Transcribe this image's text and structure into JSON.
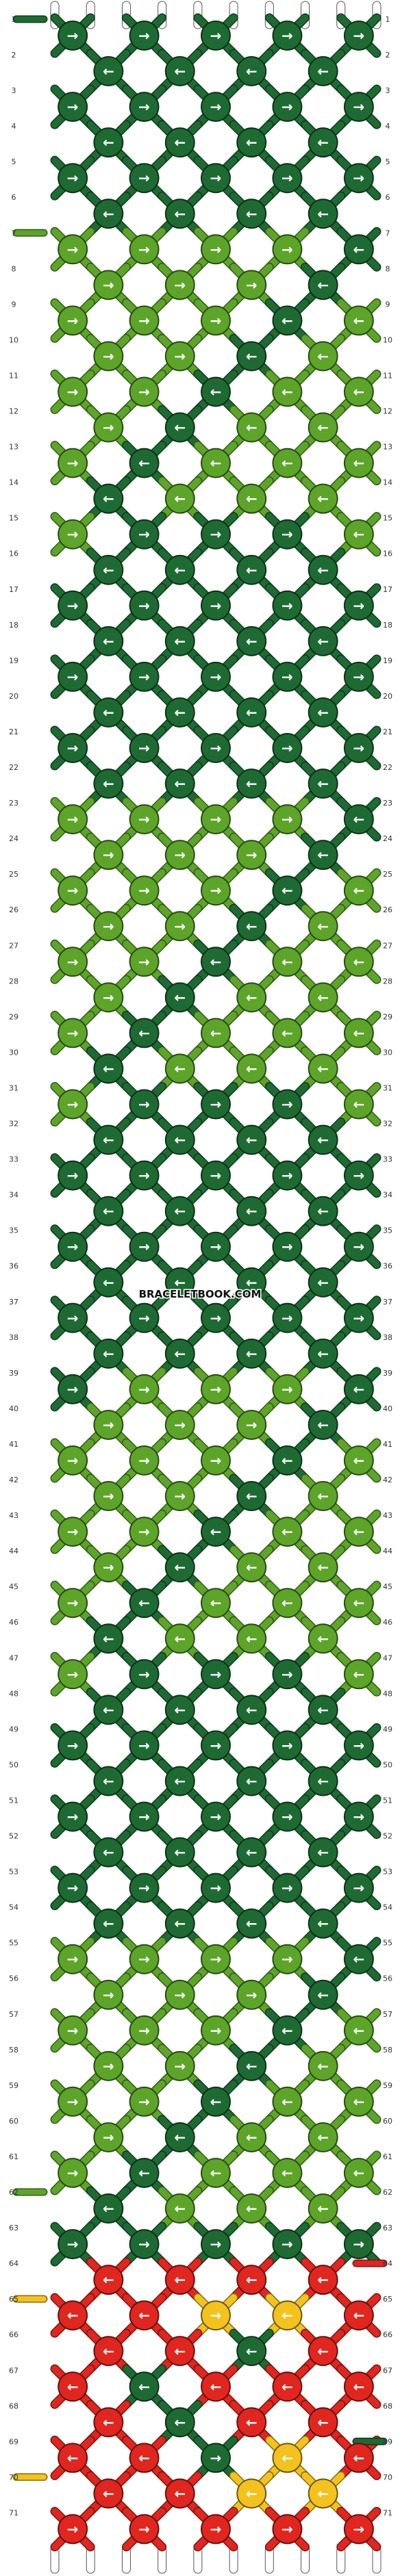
{
  "watermark": "BRACELETBOOK.COM",
  "colors": {
    "A": "#1d6b33",
    "B": "#5ca529",
    "C": "#e0261f",
    "D": "#f4c21c"
  },
  "strings": {
    "count": 10,
    "top_colors": [
      "A",
      "A",
      "A",
      "A",
      "A",
      "A",
      "A",
      "A",
      "A",
      "A"
    ]
  },
  "side_tails": [
    {
      "row": 1,
      "side": "left",
      "color": "A"
    },
    {
      "row": 7,
      "side": "left",
      "color": "B"
    },
    {
      "row": 62,
      "side": "left",
      "color": "B"
    },
    {
      "row": 64,
      "side": "right",
      "color": "C"
    },
    {
      "row": 65,
      "side": "left",
      "color": "D"
    },
    {
      "row": 69,
      "side": "right",
      "color": "A"
    },
    {
      "row": 70,
      "side": "left",
      "color": "D"
    }
  ],
  "rows": [
    {
      "n": 1,
      "knots": [
        "A:r",
        "A:r",
        "A:r",
        "A:r",
        "A:r"
      ]
    },
    {
      "n": 2,
      "knots": [
        "A:l",
        "A:l",
        "A:l",
        "A:l"
      ]
    },
    {
      "n": 3,
      "knots": [
        "A:r",
        "A:r",
        "A:r",
        "A:r",
        "A:r"
      ]
    },
    {
      "n": 4,
      "knots": [
        "A:l",
        "A:l",
        "A:l",
        "A:l"
      ]
    },
    {
      "n": 5,
      "knots": [
        "A:r",
        "A:r",
        "A:r",
        "A:r",
        "A:r"
      ]
    },
    {
      "n": 6,
      "knots": [
        "A:l",
        "A:l",
        "A:l",
        "A:l"
      ]
    },
    {
      "n": 7,
      "knots": [
        "B:r",
        "B:r",
        "B:r",
        "B:r",
        "A:l"
      ]
    },
    {
      "n": 8,
      "knots": [
        "B:r",
        "B:r",
        "B:r",
        "A:l"
      ]
    },
    {
      "n": 9,
      "knots": [
        "B:r",
        "B:r",
        "B:r",
        "A:l",
        "B:l"
      ]
    },
    {
      "n": 10,
      "knots": [
        "B:r",
        "B:r",
        "A:l",
        "B:l"
      ]
    },
    {
      "n": 11,
      "knots": [
        "B:r",
        "B:r",
        "A:l",
        "B:l",
        "B:l"
      ]
    },
    {
      "n": 12,
      "knots": [
        "B:r",
        "A:l",
        "B:l",
        "B:l"
      ]
    },
    {
      "n": 13,
      "knots": [
        "B:r",
        "A:l",
        "B:l",
        "B:l",
        "B:l"
      ]
    },
    {
      "n": 14,
      "knots": [
        "A:l",
        "B:l",
        "B:l",
        "B:l"
      ]
    },
    {
      "n": 15,
      "knots": [
        "B:r",
        "A:r",
        "A:r",
        "A:r",
        "B:l"
      ]
    },
    {
      "n": 16,
      "knots": [
        "A:l",
        "A:l",
        "A:l",
        "A:l"
      ]
    },
    {
      "n": 17,
      "knots": [
        "A:r",
        "A:r",
        "A:r",
        "A:r",
        "A:r"
      ]
    },
    {
      "n": 18,
      "knots": [
        "A:l",
        "A:l",
        "A:l",
        "A:l"
      ]
    },
    {
      "n": 19,
      "knots": [
        "A:r",
        "A:r",
        "A:r",
        "A:r",
        "A:r"
      ]
    },
    {
      "n": 20,
      "knots": [
        "A:l",
        "A:l",
        "A:l",
        "A:l"
      ]
    },
    {
      "n": 21,
      "knots": [
        "A:r",
        "A:r",
        "A:r",
        "A:r",
        "A:r"
      ]
    },
    {
      "n": 22,
      "knots": [
        "A:l",
        "A:l",
        "A:l",
        "A:l"
      ]
    },
    {
      "n": 23,
      "knots": [
        "B:r",
        "B:r",
        "B:r",
        "B:r",
        "A:l"
      ]
    },
    {
      "n": 24,
      "knots": [
        "B:r",
        "B:r",
        "B:r",
        "A:l"
      ]
    },
    {
      "n": 25,
      "knots": [
        "B:r",
        "B:r",
        "B:r",
        "A:l",
        "B:l"
      ]
    },
    {
      "n": 26,
      "knots": [
        "B:r",
        "B:r",
        "A:l",
        "B:l"
      ]
    },
    {
      "n": 27,
      "knots": [
        "B:r",
        "B:r",
        "A:l",
        "B:l",
        "B:l"
      ]
    },
    {
      "n": 28,
      "knots": [
        "B:r",
        "A:l",
        "B:l",
        "B:l"
      ]
    },
    {
      "n": 29,
      "knots": [
        "B:r",
        "A:l",
        "B:l",
        "B:l",
        "B:l"
      ]
    },
    {
      "n": 30,
      "knots": [
        "A:l",
        "B:l",
        "B:l",
        "B:l"
      ]
    },
    {
      "n": 31,
      "knots": [
        "B:r",
        "A:r",
        "A:r",
        "A:r",
        "B:l"
      ]
    },
    {
      "n": 32,
      "knots": [
        "A:l",
        "A:l",
        "A:l",
        "A:l"
      ]
    },
    {
      "n": 33,
      "knots": [
        "A:r",
        "A:r",
        "A:r",
        "A:r",
        "A:r"
      ]
    },
    {
      "n": 34,
      "knots": [
        "A:l",
        "A:l",
        "A:l",
        "A:l"
      ]
    },
    {
      "n": 35,
      "knots": [
        "A:r",
        "A:r",
        "A:r",
        "A:r",
        "A:r"
      ]
    },
    {
      "n": 36,
      "knots": [
        "A:l",
        "A:l",
        "A:l",
        "A:l"
      ]
    },
    {
      "n": 37,
      "knots": [
        "A:r",
        "A:r",
        "A:r",
        "A:r",
        "A:r"
      ]
    },
    {
      "n": 38,
      "knots": [
        "A:l",
        "A:l",
        "A:l",
        "A:l"
      ]
    },
    {
      "n": 39,
      "knots": [
        "A:r",
        "B:r",
        "B:r",
        "B:r",
        "A:l"
      ]
    },
    {
      "n": 40,
      "knots": [
        "B:r",
        "B:r",
        "B:r",
        "A:l"
      ]
    },
    {
      "n": 41,
      "knots": [
        "B:r",
        "B:r",
        "B:r",
        "A:l",
        "B:l"
      ]
    },
    {
      "n": 42,
      "knots": [
        "B:r",
        "B:r",
        "A:l",
        "B:l"
      ]
    },
    {
      "n": 43,
      "knots": [
        "B:r",
        "B:r",
        "A:l",
        "B:l",
        "B:l"
      ]
    },
    {
      "n": 44,
      "knots": [
        "B:r",
        "A:l",
        "B:l",
        "B:l"
      ]
    },
    {
      "n": 45,
      "knots": [
        "B:r",
        "A:l",
        "B:l",
        "B:l",
        "B:l"
      ]
    },
    {
      "n": 46,
      "knots": [
        "A:l",
        "B:l",
        "B:l",
        "B:l"
      ]
    },
    {
      "n": 47,
      "knots": [
        "B:r",
        "A:r",
        "A:r",
        "A:r",
        "B:l"
      ]
    },
    {
      "n": 48,
      "knots": [
        "A:l",
        "A:l",
        "A:l",
        "A:l"
      ]
    },
    {
      "n": 49,
      "knots": [
        "A:r",
        "A:r",
        "A:r",
        "A:r",
        "A:r"
      ]
    },
    {
      "n": 50,
      "knots": [
        "A:l",
        "A:l",
        "A:l",
        "A:l"
      ]
    },
    {
      "n": 51,
      "knots": [
        "A:r",
        "A:r",
        "A:r",
        "A:r",
        "A:r"
      ]
    },
    {
      "n": 52,
      "knots": [
        "A:l",
        "A:l",
        "A:l",
        "A:l"
      ]
    },
    {
      "n": 53,
      "knots": [
        "A:r",
        "A:r",
        "A:r",
        "A:r",
        "A:r"
      ]
    },
    {
      "n": 54,
      "knots": [
        "A:l",
        "A:l",
        "A:l",
        "A:l"
      ]
    },
    {
      "n": 55,
      "knots": [
        "B:r",
        "B:r",
        "B:r",
        "B:r",
        "A:l"
      ]
    },
    {
      "n": 56,
      "knots": [
        "B:r",
        "B:r",
        "B:r",
        "A:l"
      ]
    },
    {
      "n": 57,
      "knots": [
        "B:r",
        "B:r",
        "B:r",
        "A:l",
        "B:l"
      ]
    },
    {
      "n": 58,
      "knots": [
        "B:r",
        "B:r",
        "A:l",
        "B:l"
      ]
    },
    {
      "n": 59,
      "knots": [
        "B:r",
        "B:r",
        "A:l",
        "B:l",
        "B:l"
      ]
    },
    {
      "n": 60,
      "knots": [
        "B:r",
        "A:l",
        "B:l",
        "B:l"
      ]
    },
    {
      "n": 61,
      "knots": [
        "B:r",
        "A:l",
        "B:l",
        "B:l",
        "B:l"
      ]
    },
    {
      "n": 62,
      "knots": [
        "A:l",
        "B:l",
        "B:l",
        "B:l"
      ]
    },
    {
      "n": 63,
      "knots": [
        "A:r",
        "A:r",
        "A:r",
        "A:r",
        "A:r"
      ]
    },
    {
      "n": 64,
      "knots": [
        "C:l",
        "C:l",
        "C:l",
        "C:l"
      ]
    },
    {
      "n": 65,
      "knots": [
        "C:l",
        "C:l",
        "D:r",
        "D:l",
        "C:l"
      ]
    },
    {
      "n": 66,
      "knots": [
        "C:l",
        "C:l",
        "A:l",
        "C:l"
      ]
    },
    {
      "n": 67,
      "knots": [
        "C:l",
        "A:l",
        "C:l",
        "C:l",
        "C:l"
      ]
    },
    {
      "n": 68,
      "knots": [
        "C:l",
        "A:l",
        "C:l",
        "C:l"
      ]
    },
    {
      "n": 69,
      "knots": [
        "C:l",
        "C:l",
        "A:r",
        "D:l",
        "C:l"
      ]
    },
    {
      "n": 70,
      "knots": [
        "C:l",
        "C:l",
        "D:l",
        "D:l"
      ]
    },
    {
      "n": 71,
      "knots": [
        "C:r",
        "C:r",
        "C:r",
        "C:r",
        "C:r"
      ]
    }
  ]
}
